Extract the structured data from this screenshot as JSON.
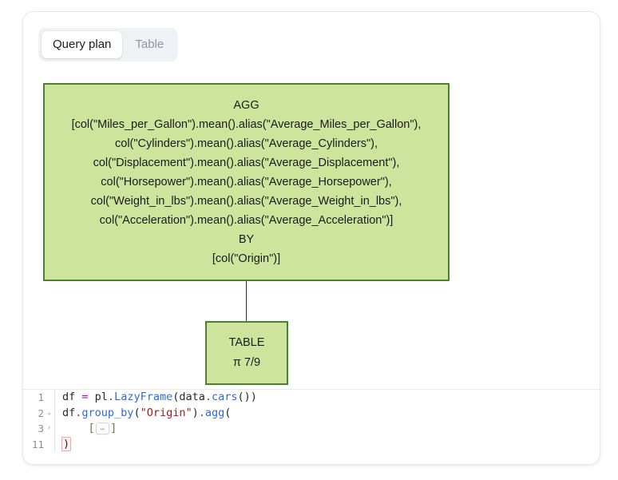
{
  "card": {
    "tabs": [
      {
        "label": "Query plan",
        "active": true
      },
      {
        "label": "Table",
        "active": false
      }
    ]
  },
  "plan": {
    "colors": {
      "node_fill": "#cde49d",
      "node_border": "#4e7e2f",
      "connector": "#2f2f2f"
    },
    "nodes": [
      {
        "id": "agg",
        "lines": [
          "AGG",
          "[col(\"Miles_per_Gallon\").mean().alias(\"Average_Miles_per_Gallon\"),",
          "col(\"Cylinders\").mean().alias(\"Average_Cylinders\"),",
          "col(\"Displacement\").mean().alias(\"Average_Displacement\"),",
          "col(\"Horsepower\").mean().alias(\"Average_Horsepower\"),",
          "col(\"Weight_in_lbs\").mean().alias(\"Average_Weight_in_lbs\"),",
          "col(\"Acceleration\").mean().alias(\"Average_Acceleration\")]",
          "BY",
          "[col(\"Origin\")]"
        ]
      },
      {
        "id": "table",
        "lines": [
          "TABLE",
          "π 7/9"
        ]
      }
    ]
  },
  "editor": {
    "lines": [
      {
        "number": "1",
        "fold": "",
        "tokens": [
          {
            "t": "df ",
            "c": "plain"
          },
          {
            "t": "=",
            "c": "op"
          },
          {
            "t": " pl",
            "c": "plain"
          },
          {
            "t": ".",
            "c": "dot"
          },
          {
            "t": "LazyFrame",
            "c": "fn"
          },
          {
            "t": "(data",
            "c": "plain"
          },
          {
            "t": ".",
            "c": "dot"
          },
          {
            "t": "cars",
            "c": "fn"
          },
          {
            "t": "())",
            "c": "plain"
          }
        ]
      },
      {
        "number": "2",
        "fold": "⌄",
        "tokens": [
          {
            "t": "df",
            "c": "plain"
          },
          {
            "t": ".",
            "c": "dot"
          },
          {
            "t": "group_by",
            "c": "fn"
          },
          {
            "t": "(",
            "c": "plain"
          },
          {
            "t": "\"Origin\"",
            "c": "str"
          },
          {
            "t": ")",
            "c": "plain"
          },
          {
            "t": ".",
            "c": "dot"
          },
          {
            "t": "agg",
            "c": "fn"
          },
          {
            "t": "(",
            "c": "plain"
          }
        ]
      },
      {
        "number": "3",
        "fold": "›",
        "collapsed": true,
        "indent": "    ",
        "chip_open": "[",
        "chip_label": "…",
        "chip_close": "]"
      },
      {
        "number": "11",
        "fold": "",
        "bracket_match": ")"
      }
    ]
  }
}
